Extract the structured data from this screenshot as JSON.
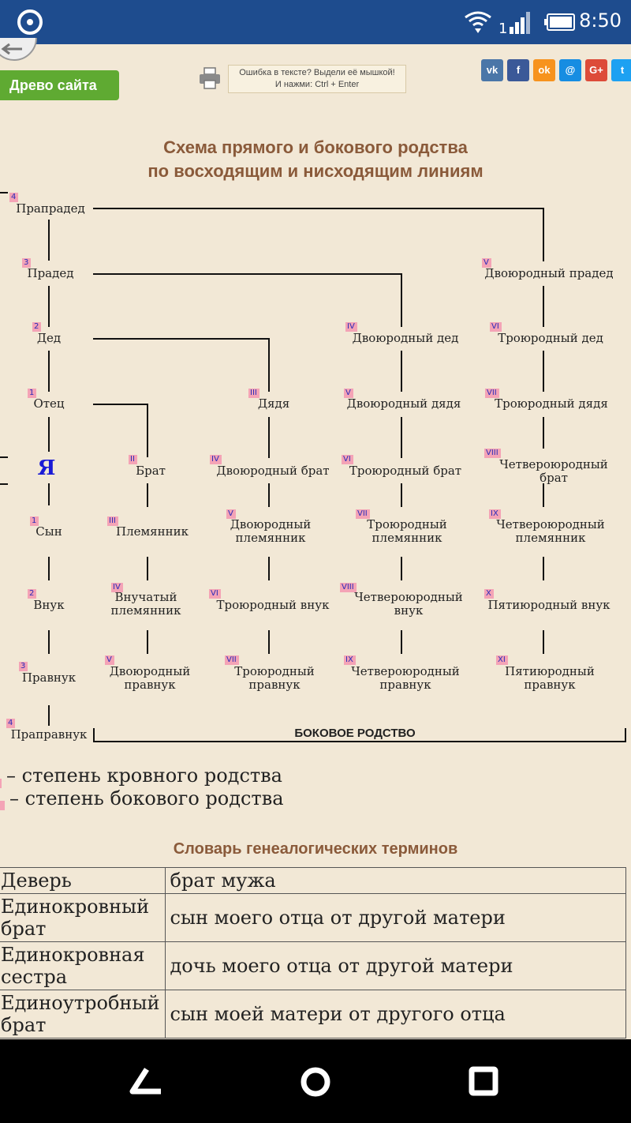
{
  "status": {
    "time": "8:50"
  },
  "header": {
    "tree_button": "Древо сайта",
    "error_line1": "Ошибка в тексте? Выдели её мышкой!",
    "error_line2": "И нажми: Ctrl + Enter",
    "share": [
      {
        "name": "vk",
        "label": "vk",
        "color": "#4a76a8"
      },
      {
        "name": "facebook",
        "label": "f",
        "color": "#3b5998"
      },
      {
        "name": "odnoklassniki",
        "label": "ok",
        "color": "#f7931e"
      },
      {
        "name": "moimir",
        "label": "@",
        "color": "#168de2"
      },
      {
        "name": "googleplus",
        "label": "G+",
        "color": "#dd4b39"
      },
      {
        "name": "twitter",
        "label": "t",
        "color": "#1da1f2"
      }
    ]
  },
  "scheme": {
    "title_line1": "Схема прямого и бокового родства",
    "title_line2": "по восходящим и нисходящим линиям",
    "side_label": "БОКОВОЕ РОДСТВО",
    "nodes": {
      "praprad": {
        "badge": "4",
        "text": "Прапрадед"
      },
      "praded": {
        "badge": "3",
        "text": "Прадед"
      },
      "ded": {
        "badge": "2",
        "text": "Дед"
      },
      "otec": {
        "badge": "1",
        "text": "Отец"
      },
      "ya": {
        "text": "Я"
      },
      "syn": {
        "badge": "1",
        "text": "Сын"
      },
      "vnuk": {
        "badge": "2",
        "text": "Внук"
      },
      "pravnuk": {
        "badge": "3",
        "text": "Правнук"
      },
      "prapravnuk": {
        "badge": "4",
        "text": "Праправнук"
      },
      "brat": {
        "badge": "II",
        "text": "Брат"
      },
      "plemyannik": {
        "badge": "III",
        "text": "Племянник"
      },
      "vnuchaty": {
        "badge": "IV",
        "text": "Внучатый\nплемянник"
      },
      "dvpravnuk": {
        "badge": "V",
        "text": "Двоюродный\nправнук"
      },
      "dyadya": {
        "badge": "III",
        "text": "Дядя"
      },
      "dvbrat": {
        "badge": "IV",
        "text": "Двоюродный брат"
      },
      "dvplem": {
        "badge": "V",
        "text": "Двоюродный\nплемянник"
      },
      "trvnuk": {
        "badge": "VI",
        "text": "Троюродный внук"
      },
      "trpravnuk": {
        "badge": "VII",
        "text": "Троюродный\nправнук"
      },
      "dvded": {
        "badge": "IV",
        "text": "Двоюродный дед"
      },
      "dvdyadya": {
        "badge": "V",
        "text": "Двоюродный дядя"
      },
      "trbrat": {
        "badge": "VI",
        "text": "Троюродный брат"
      },
      "trplem": {
        "badge": "VII",
        "text": "Троюродный\nплемянник"
      },
      "chvnuk": {
        "badge": "VIII",
        "text": "Четвероюродный\nвнук"
      },
      "chpravnuk": {
        "badge": "IX",
        "text": "Четвероюродный\nправнук"
      },
      "dvpraded": {
        "badge": "V",
        "text": "Двоюродный прадед"
      },
      "trded": {
        "badge": "VI",
        "text": "Троюродный дед"
      },
      "trdyadya": {
        "badge": "VII",
        "text": "Троюродный дядя"
      },
      "chbrat": {
        "badge": "VIII",
        "text": "Четвероюродный\nбрат"
      },
      "chplem": {
        "badge": "IX",
        "text": "Четвероюродный\nплемянник"
      },
      "pyvnuk": {
        "badge": "X",
        "text": "Пятиюродный внук"
      },
      "pypravnuk": {
        "badge": "XI",
        "text": "Пятиюродный\nправнук"
      }
    }
  },
  "legend": {
    "blood": "– степень кровного родства",
    "side": "– степень бокового родства"
  },
  "dictionary": {
    "title": "Словарь генеалогических терминов",
    "rows": [
      {
        "term": "Деверь",
        "def": "брат мужа"
      },
      {
        "term": "Единокровный брат",
        "def": "сын моего отца от другой матери"
      },
      {
        "term": "Единокровная сестра",
        "def": "дочь моего отца от другой матери"
      },
      {
        "term": "Единоутробный брат",
        "def": "сын моей матери от другого отца"
      }
    ]
  }
}
